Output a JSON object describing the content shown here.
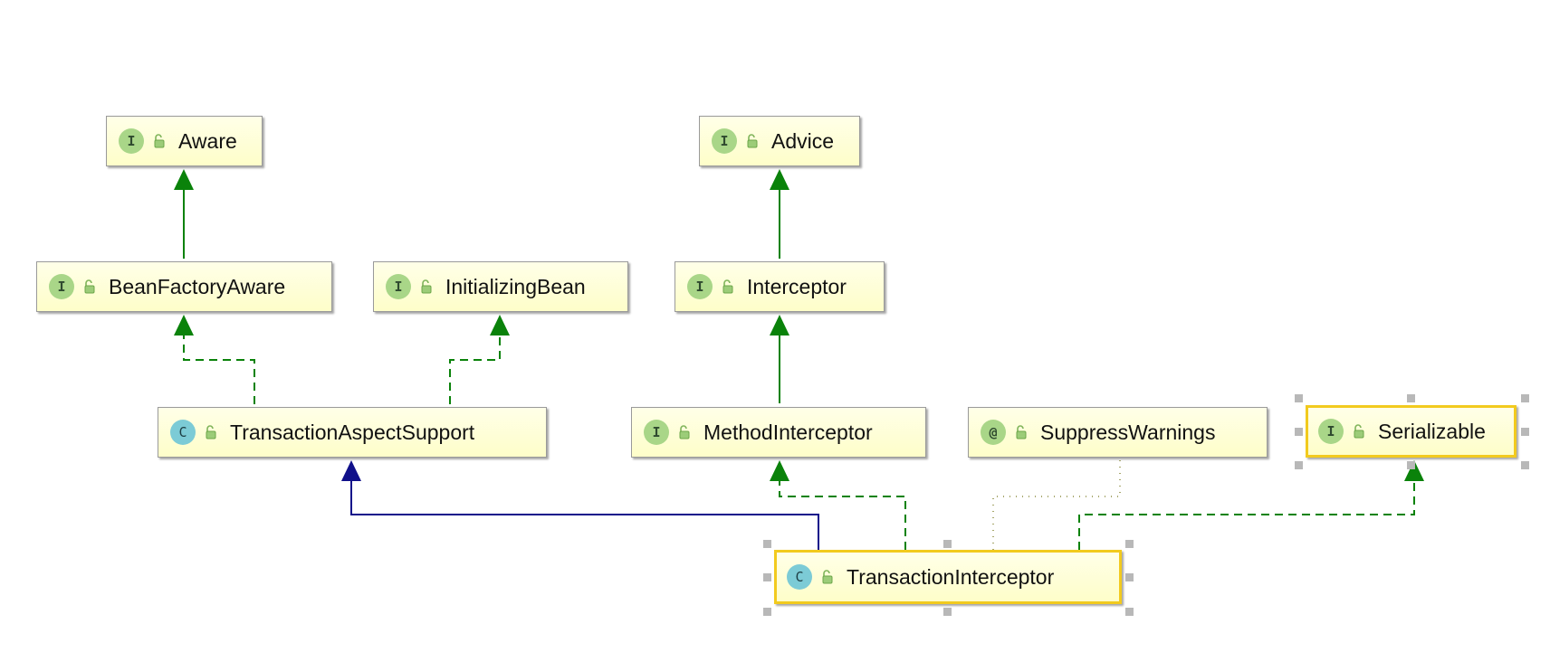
{
  "nodes": {
    "aware": {
      "kind": "I",
      "name": "Aware"
    },
    "advice": {
      "kind": "I",
      "name": "Advice"
    },
    "bean_factory_aware": {
      "kind": "I",
      "name": "BeanFactoryAware"
    },
    "initializing_bean": {
      "kind": "I",
      "name": "InitializingBean"
    },
    "interceptor": {
      "kind": "I",
      "name": "Interceptor"
    },
    "transaction_aspect_support": {
      "kind": "C",
      "name": "TransactionAspectSupport"
    },
    "method_interceptor": {
      "kind": "I",
      "name": "MethodInterceptor"
    },
    "suppress_warnings": {
      "kind": "@",
      "name": "SuppressWarnings"
    },
    "serializable": {
      "kind": "I",
      "name": "Serializable"
    },
    "transaction_interceptor": {
      "kind": "C",
      "name": "TransactionInterceptor"
    }
  },
  "edges": [
    {
      "from": "bean_factory_aware",
      "to": "aware",
      "style": "extends"
    },
    {
      "from": "interceptor",
      "to": "advice",
      "style": "extends"
    },
    {
      "from": "method_interceptor",
      "to": "interceptor",
      "style": "extends"
    },
    {
      "from": "transaction_aspect_support",
      "to": "bean_factory_aware",
      "style": "implements"
    },
    {
      "from": "transaction_aspect_support",
      "to": "initializing_bean",
      "style": "implements"
    },
    {
      "from": "transaction_interceptor",
      "to": "transaction_aspect_support",
      "style": "class-extends"
    },
    {
      "from": "transaction_interceptor",
      "to": "method_interceptor",
      "style": "implements"
    },
    {
      "from": "transaction_interceptor",
      "to": "suppress_warnings",
      "style": "annotated"
    },
    {
      "from": "transaction_interceptor",
      "to": "serializable",
      "style": "implements"
    }
  ],
  "colors": {
    "extends": "#0a820a",
    "implements": "#0a820a",
    "class_extends": "#10108a",
    "annotated": "#8a8a3c",
    "selection": "#f2ca1e",
    "interface_badge": "#a9d688",
    "class_badge": "#7ccbd6"
  },
  "icons": {
    "visibility": "public-lock-icon",
    "interface": "interface-icon",
    "class": "class-icon",
    "annotation": "annotation-icon"
  }
}
